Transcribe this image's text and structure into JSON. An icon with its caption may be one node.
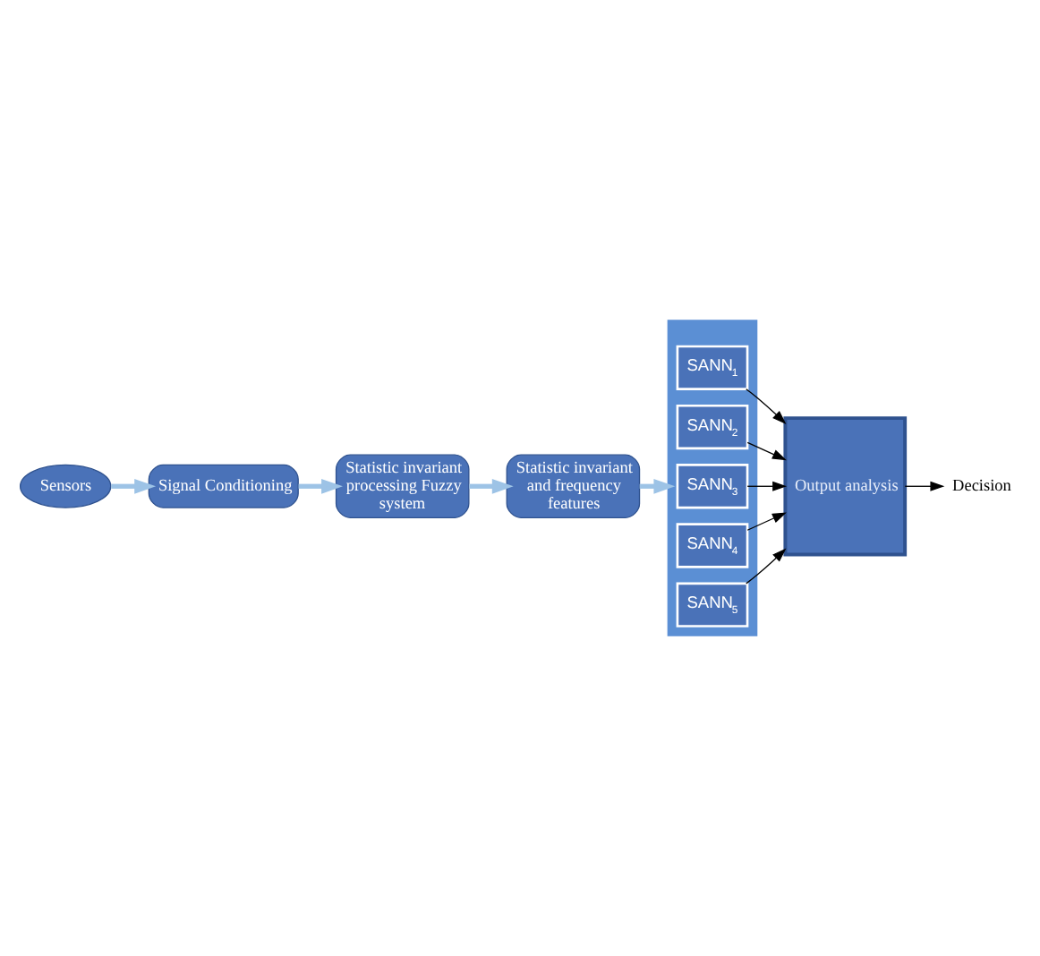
{
  "diagram": {
    "nodes": [
      {
        "text": [
          "Sensors"
        ]
      },
      {
        "text": [
          "Signal Conditioning"
        ]
      },
      {
        "text": [
          "Statistic invariant processing Fuzzy system"
        ]
      },
      {
        "text": [
          "Statistic invariant and frequency features"
        ]
      },
      {
        "text": [],
        "shape": "box"
      },
      {
        "text": [
          "SANN$_{1}$"
        ],
        "in": 4
      },
      {
        "text": [
          "SANN$_{2}$"
        ],
        "in": 4
      },
      {
        "text": [
          "SANN$_{3}$"
        ],
        "in": 4
      },
      {
        "text": [
          "SANN$_{4}$"
        ],
        "in": 4
      },
      {
        "text": [
          "SANN$_{5}$"
        ],
        "in": 4
      },
      {
        "text": [
          "Output analysis"
        ]
      },
      {
        "text": [
          "Decision"
        ]
      }
    ],
    "edges": [
      {
        "from": 0,
        "to": 1,
        "arrow": "to",
        "style": "thick",
        "color": "#9dc3e6"
      },
      {
        "from": 1,
        "to": 2,
        "arrow": "to",
        "style": "thick",
        "color": "#9dc3e6"
      },
      {
        "from": 2,
        "to": 3,
        "arrow": "to",
        "style": "thick",
        "color": "#9dc3e6"
      },
      {
        "from": 3,
        "to": 4,
        "arrow": "to",
        "style": "thick",
        "color": "#9dc3e6"
      },
      {
        "from": 5,
        "to": 10,
        "arrow": "to"
      },
      {
        "from": 6,
        "to": 10,
        "arrow": "to"
      },
      {
        "from": 7,
        "to": 10,
        "arrow": "to"
      },
      {
        "from": 8,
        "to": 10,
        "arrow": "to"
      },
      {
        "from": 9,
        "to": 10,
        "arrow": "to"
      },
      {
        "from": 10,
        "to": 11,
        "arrow": "to"
      }
    ]
  }
}
